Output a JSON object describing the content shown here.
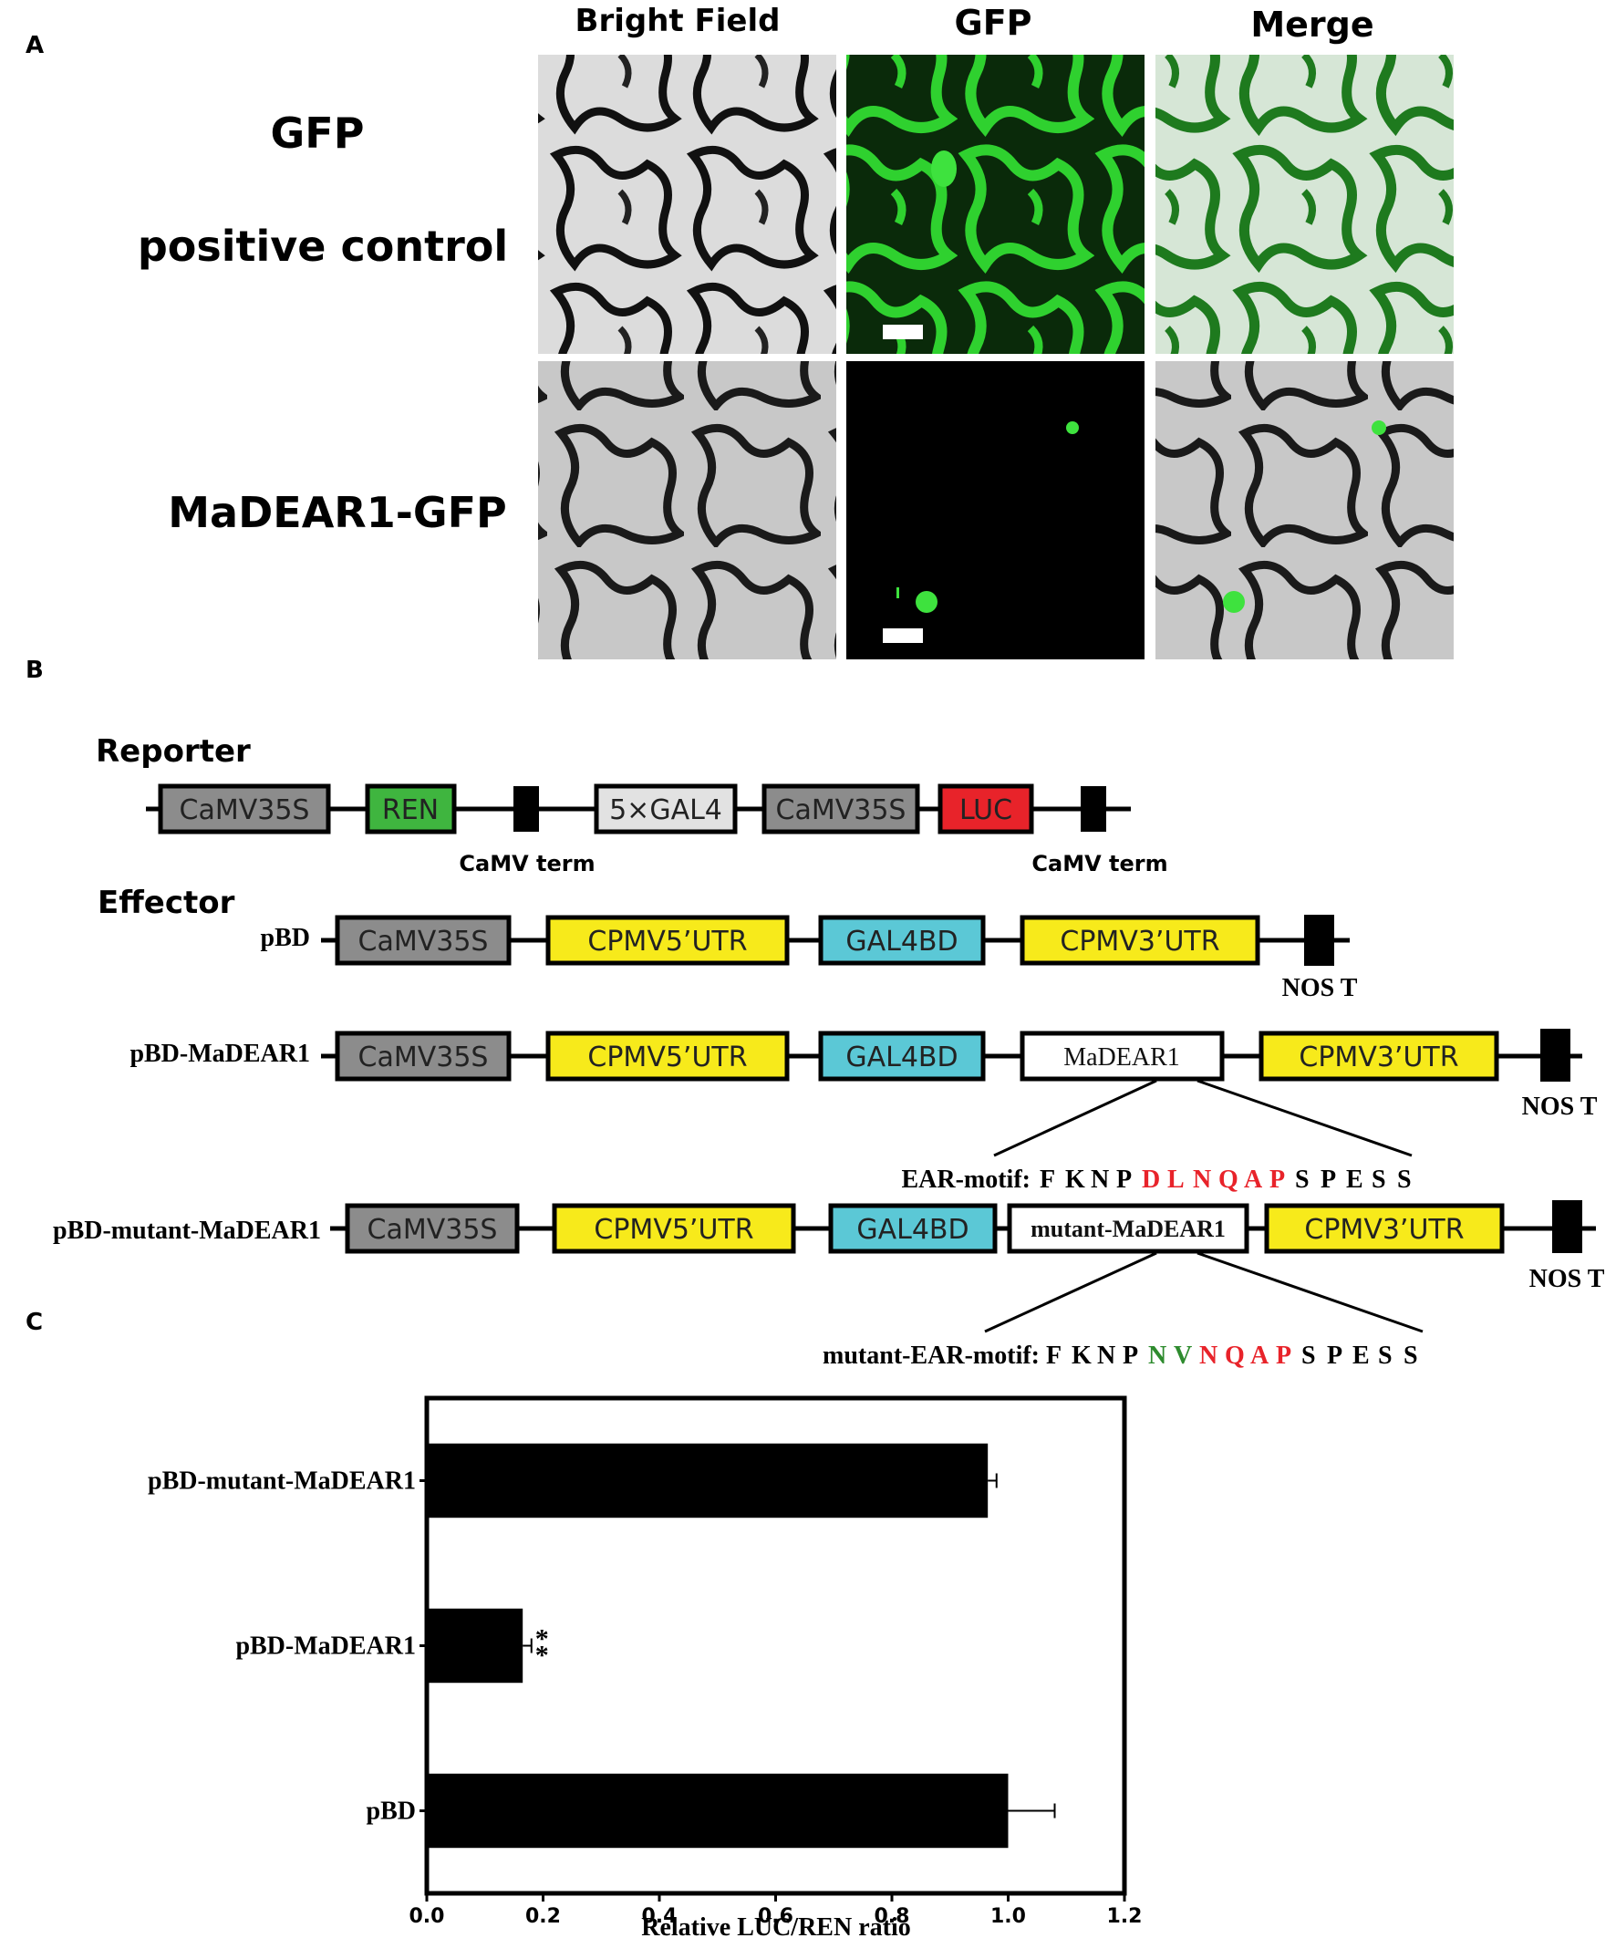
{
  "panels": {
    "a": {
      "letter": "A",
      "columns": [
        "Bright Field",
        "GFP",
        "Merge"
      ],
      "rows": [
        {
          "label_line1": "GFP",
          "label_line2": "positive control"
        },
        {
          "label_line1": "MaDEAR1-GFP",
          "label_line2": ""
        }
      ]
    },
    "b": {
      "letter": "B",
      "reporter_title": "Reporter",
      "effector_title": "Effector",
      "reporter_boxes": [
        "CaMV35S",
        "REN",
        "5×GAL4",
        "CaMV35S",
        "LUC"
      ],
      "reporter_terms": [
        "CaMV term",
        "CaMV term"
      ],
      "constructs": [
        {
          "name": "pBD",
          "boxes": [
            "CaMV35S",
            "CPMV5’UTR",
            "GAL4BD",
            "CPMV3’UTR"
          ],
          "term": "NOS T"
        },
        {
          "name": "pBD-MaDEAR1",
          "boxes": [
            "CaMV35S",
            "CPMV5’UTR",
            "GAL4BD",
            "MaDEAR1",
            "CPMV3’UTR"
          ],
          "term": "NOS T"
        },
        {
          "name": "pBD-mutant-MaDEAR1",
          "boxes": [
            "CaMV35S",
            "CPMV5’UTR",
            "GAL4BD",
            "mutant-MaDEAR1",
            "CPMV3’UTR"
          ],
          "term": "NOS T"
        }
      ],
      "motifs": [
        {
          "label": "EAR-motif:",
          "residues": [
            "F",
            "K",
            "N",
            "P",
            "D",
            "L",
            "N",
            "Q",
            "A",
            "P",
            "S",
            "P",
            "E",
            "S",
            "S"
          ],
          "classes": [
            "n",
            "n",
            "n",
            "n",
            "r",
            "r",
            "r",
            "r",
            "r",
            "r",
            "n",
            "n",
            "n",
            "n",
            "n"
          ]
        },
        {
          "label": "mutant-EAR-motif:",
          "residues": [
            "F",
            "K",
            "N",
            "P",
            "N",
            "V",
            "N",
            "Q",
            "A",
            "P",
            "S",
            "P",
            "E",
            "S",
            "S"
          ],
          "classes": [
            "n",
            "n",
            "n",
            "n",
            "g",
            "g",
            "r",
            "r",
            "r",
            "r",
            "n",
            "n",
            "n",
            "n",
            "n"
          ]
        }
      ],
      "colors": {
        "gray": "#8c8c8c",
        "green": "#3fb53f",
        "light_gray": "#e2e2e2",
        "red": "#e8232a",
        "yellow": "#f7ea1b",
        "cyan": "#5bc8d6",
        "motif_red": "#e8232a",
        "motif_green": "#2e8b2e"
      }
    },
    "c": {
      "letter": "C",
      "significance": "**"
    }
  },
  "chart_data": {
    "type": "bar",
    "orientation": "horizontal",
    "categories": [
      "pBD-mutant-MaDEAR1",
      "pBD-MaDEAR1",
      "pBD"
    ],
    "values": [
      0.965,
      0.165,
      1.0
    ],
    "errors": [
      0.015,
      0.015,
      0.08
    ],
    "xlabel": "Relative LUC/REN ratio",
    "ylabel": "",
    "xlim": [
      0.0,
      1.2
    ],
    "xticks": [
      "0.0",
      "0.2",
      "0.4",
      "0.6",
      "0.8",
      "1.0",
      "1.2"
    ],
    "grid": false,
    "bar_color": "#000000"
  }
}
